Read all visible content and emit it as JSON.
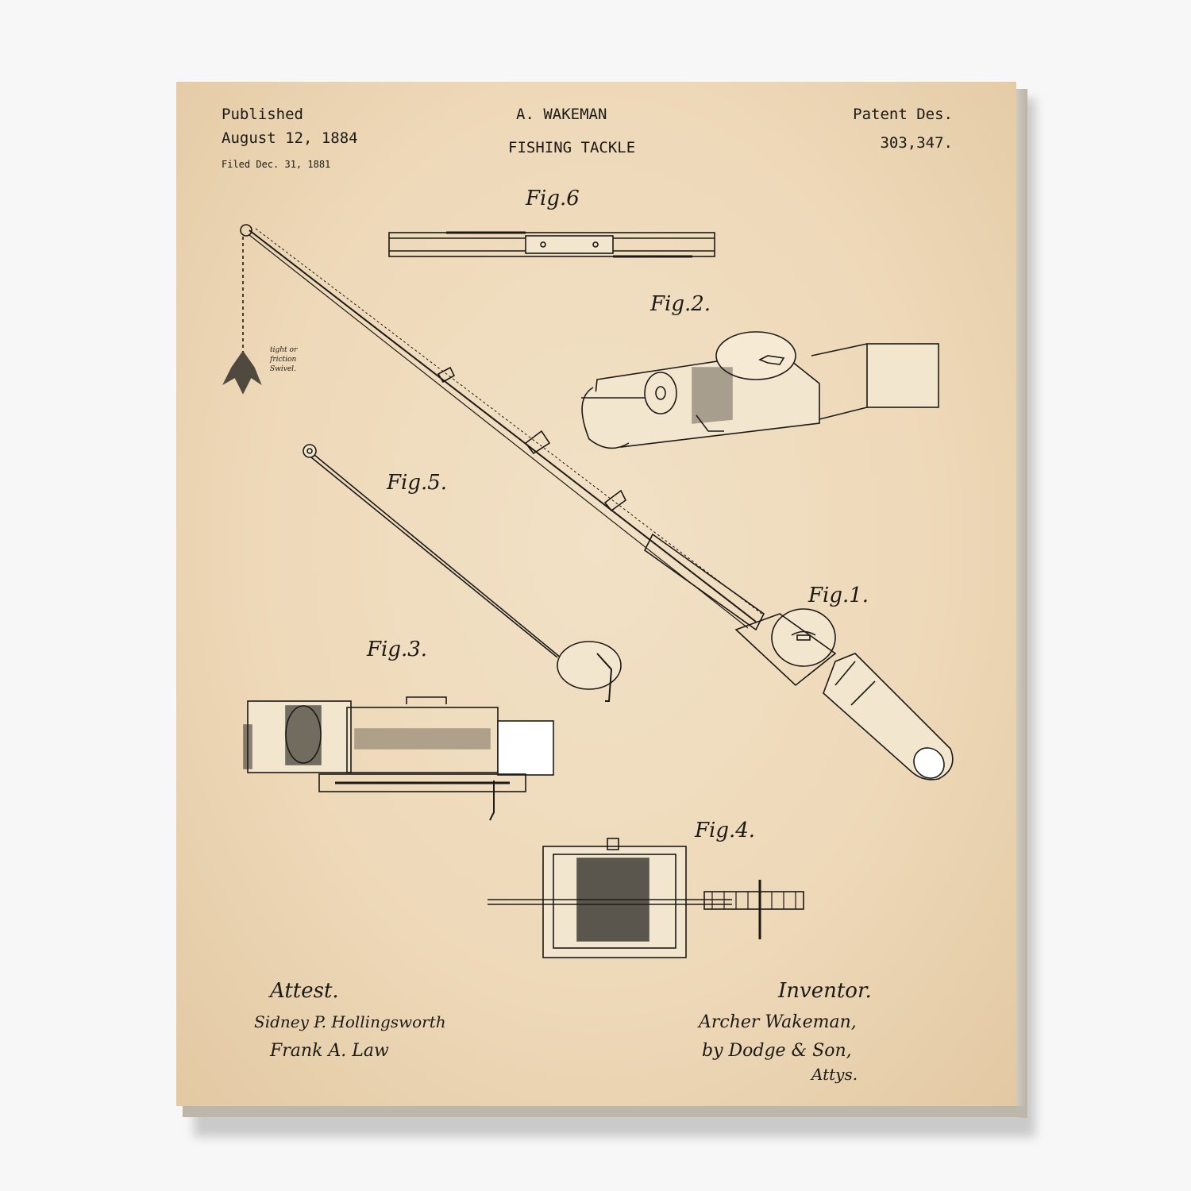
{
  "header": {
    "published_label": "Published",
    "published_date": "August 12, 1884",
    "filed": "Filed Dec. 31, 1881",
    "inventor": "A. WAKEMAN",
    "title": "FISHING TACKLE",
    "patent_label": "Patent Des.",
    "patent_number": "303,347."
  },
  "figures": {
    "fig1": "Fig.1.",
    "fig2": "Fig.2.",
    "fig3": "Fig.3.",
    "fig4": "Fig.4.",
    "fig5": "Fig.5.",
    "fig6": "Fig.6"
  },
  "annotations": {
    "swivel_note_1": "tight or",
    "swivel_note_2": "friction",
    "swivel_note_3": "Swivel."
  },
  "signatures": {
    "attest_label": "Attest.",
    "witness_1": "Sidney P. Hollingsworth",
    "witness_2": "Frank A. Law",
    "inventor_label": "Inventor.",
    "inventor_sig": "Archer Wakeman,",
    "attorney_line": "by Dodge & Son,",
    "attorney_label": "Attys."
  },
  "colors": {
    "paper": "#eed9b9",
    "ink": "#1c1a17"
  }
}
